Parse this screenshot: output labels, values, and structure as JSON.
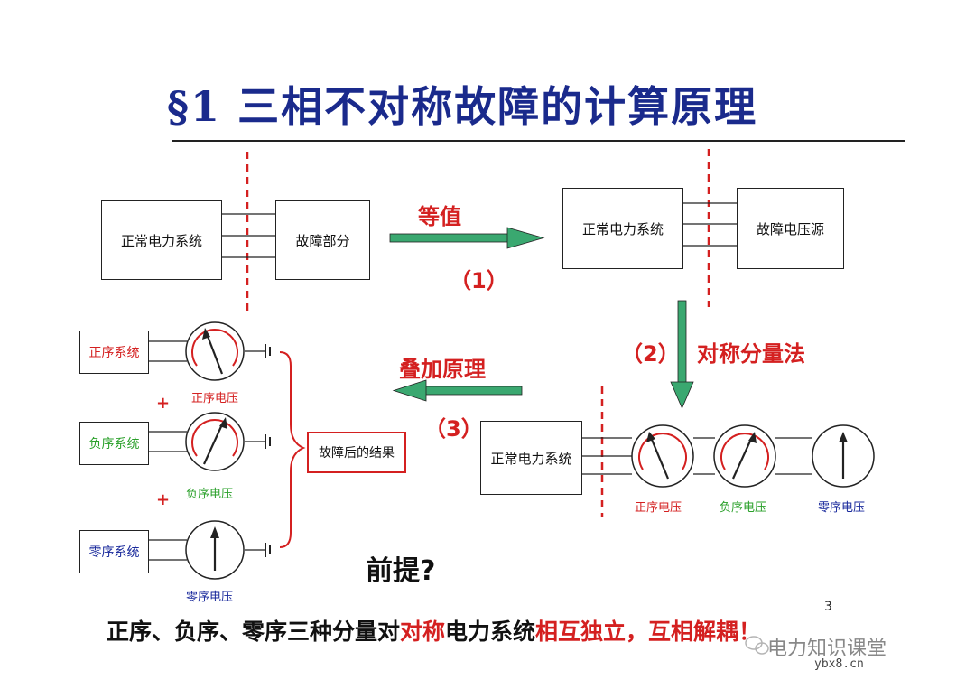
{
  "title": "§1  三相不对称故障的计算原理",
  "top_left": {
    "normal_system": "正常电力系统",
    "fault_part": "故障部分"
  },
  "equiv": {
    "label": "等值",
    "step": "（1）"
  },
  "top_right": {
    "normal_system": "正常电力系统",
    "fault_source": "故障电压源"
  },
  "symmetric": {
    "step": "（2）",
    "label": "对称分量法"
  },
  "superposition": {
    "label": "叠加原理",
    "step": "（3）"
  },
  "bottom_right": {
    "normal_system": "正常电力系统",
    "pos_voltage": "正序电压",
    "neg_voltage": "负序电压",
    "zero_voltage": "零序电压"
  },
  "left_col": {
    "pos_system": "正序系统",
    "pos_voltage": "正序电压",
    "neg_system": "负序系统",
    "neg_voltage": "负序电压",
    "zero_system": "零序系统",
    "zero_voltage": "零序电压",
    "plus1": "+",
    "plus2": "+"
  },
  "result_label": "故障后的结果",
  "premise": "前提?",
  "bottom_text": {
    "part1": "正序、负序、零序三种分量对",
    "part2": "对称",
    "part3": "电力系统",
    "part4": "相互独立，互相解耦！"
  },
  "page_number": "3",
  "watermark": "电力知识课堂",
  "watermark_url": "ybx8.cn",
  "colors": {
    "title": "#1a2a8c",
    "red": "#d42020",
    "green": "#2aa02a",
    "blue": "#1a2a9c",
    "arrow": "#3aa870"
  }
}
